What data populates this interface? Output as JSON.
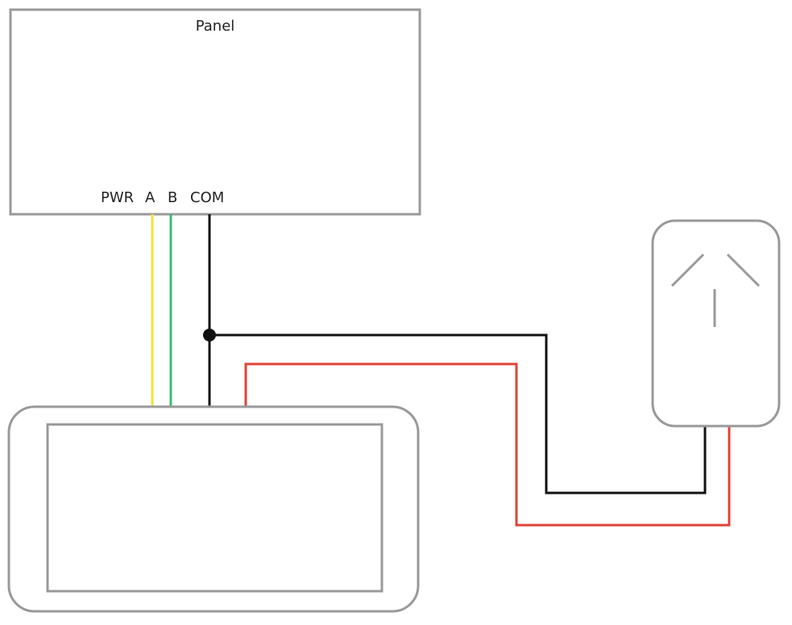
{
  "panel": {
    "title": "Panel",
    "terminals": {
      "pwr": "PWR",
      "a": "A",
      "b": "B",
      "com": "COM"
    }
  },
  "colors": {
    "outline": "#999999",
    "wire_a": "#f2e23a",
    "wire_b": "#3dbb78",
    "wire_com": "#111111",
    "wire_power": "#e0423a",
    "socket_pins": "#999999"
  },
  "icons": {
    "power_adapter": "australian-power-socket-icon",
    "junction": "junction-dot"
  }
}
